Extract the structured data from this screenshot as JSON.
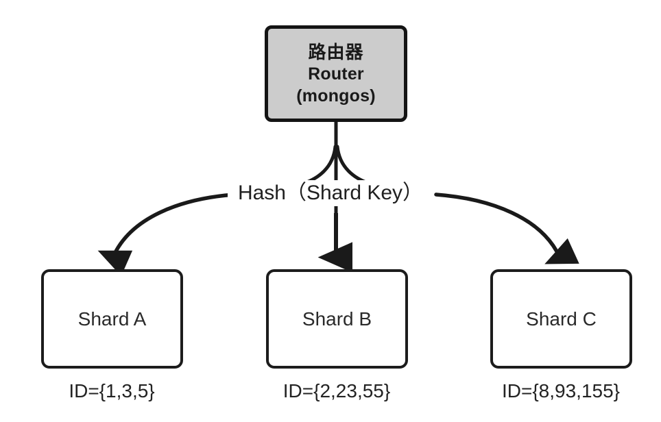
{
  "diagram": {
    "title_node": {
      "name": "router",
      "lines": {
        "cjk": "路由器",
        "latin": "Router",
        "process": "(mongos)"
      },
      "fill_color": "#cccccc",
      "border_color": "#141414"
    },
    "hash_label": "Hash（Shard Key）",
    "shards": [
      {
        "id": "a",
        "label": "Shard A",
        "caption": "ID={1,3,5}"
      },
      {
        "id": "b",
        "label": "Shard B",
        "caption": "ID={2,23,55}"
      },
      {
        "id": "c",
        "label": "Shard C",
        "caption": "ID={8,93,155}"
      }
    ],
    "colors": {
      "background": "#ffffff",
      "stroke": "#1a1a1a",
      "node_fill": "#ffffff",
      "router_fill": "#cccccc"
    }
  }
}
